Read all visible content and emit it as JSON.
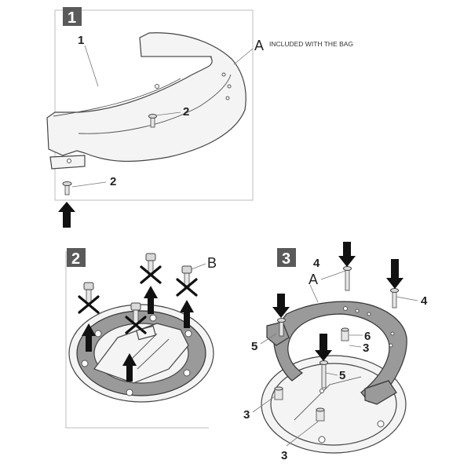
{
  "steps": {
    "step1": "1",
    "step2": "2",
    "step3": "3"
  },
  "callouts": {
    "part_1": "1",
    "screw_2_upper": "2",
    "screw_2_lower": "2",
    "part_A_step1": "A",
    "included_note": "INCLUDED WITH THE BAG",
    "part_B": "B",
    "part_A_step3": "A",
    "screw_4_left": "4",
    "screw_4_right": "4",
    "spacer_5_left": "5",
    "spacer_5_center": "5",
    "label_6": "6",
    "label_3_center": "3",
    "label_3_left": "3",
    "label_3_bottom": "3"
  },
  "icons": {
    "install_arrow": "arrow-up-icon",
    "insert_arrow": "arrow-down-icon",
    "remove_mark": "cross-icon"
  },
  "colors": {
    "step_badge": "#5a5a5a",
    "ink": "#111111",
    "ring_dark": "#9a9a9a"
  }
}
